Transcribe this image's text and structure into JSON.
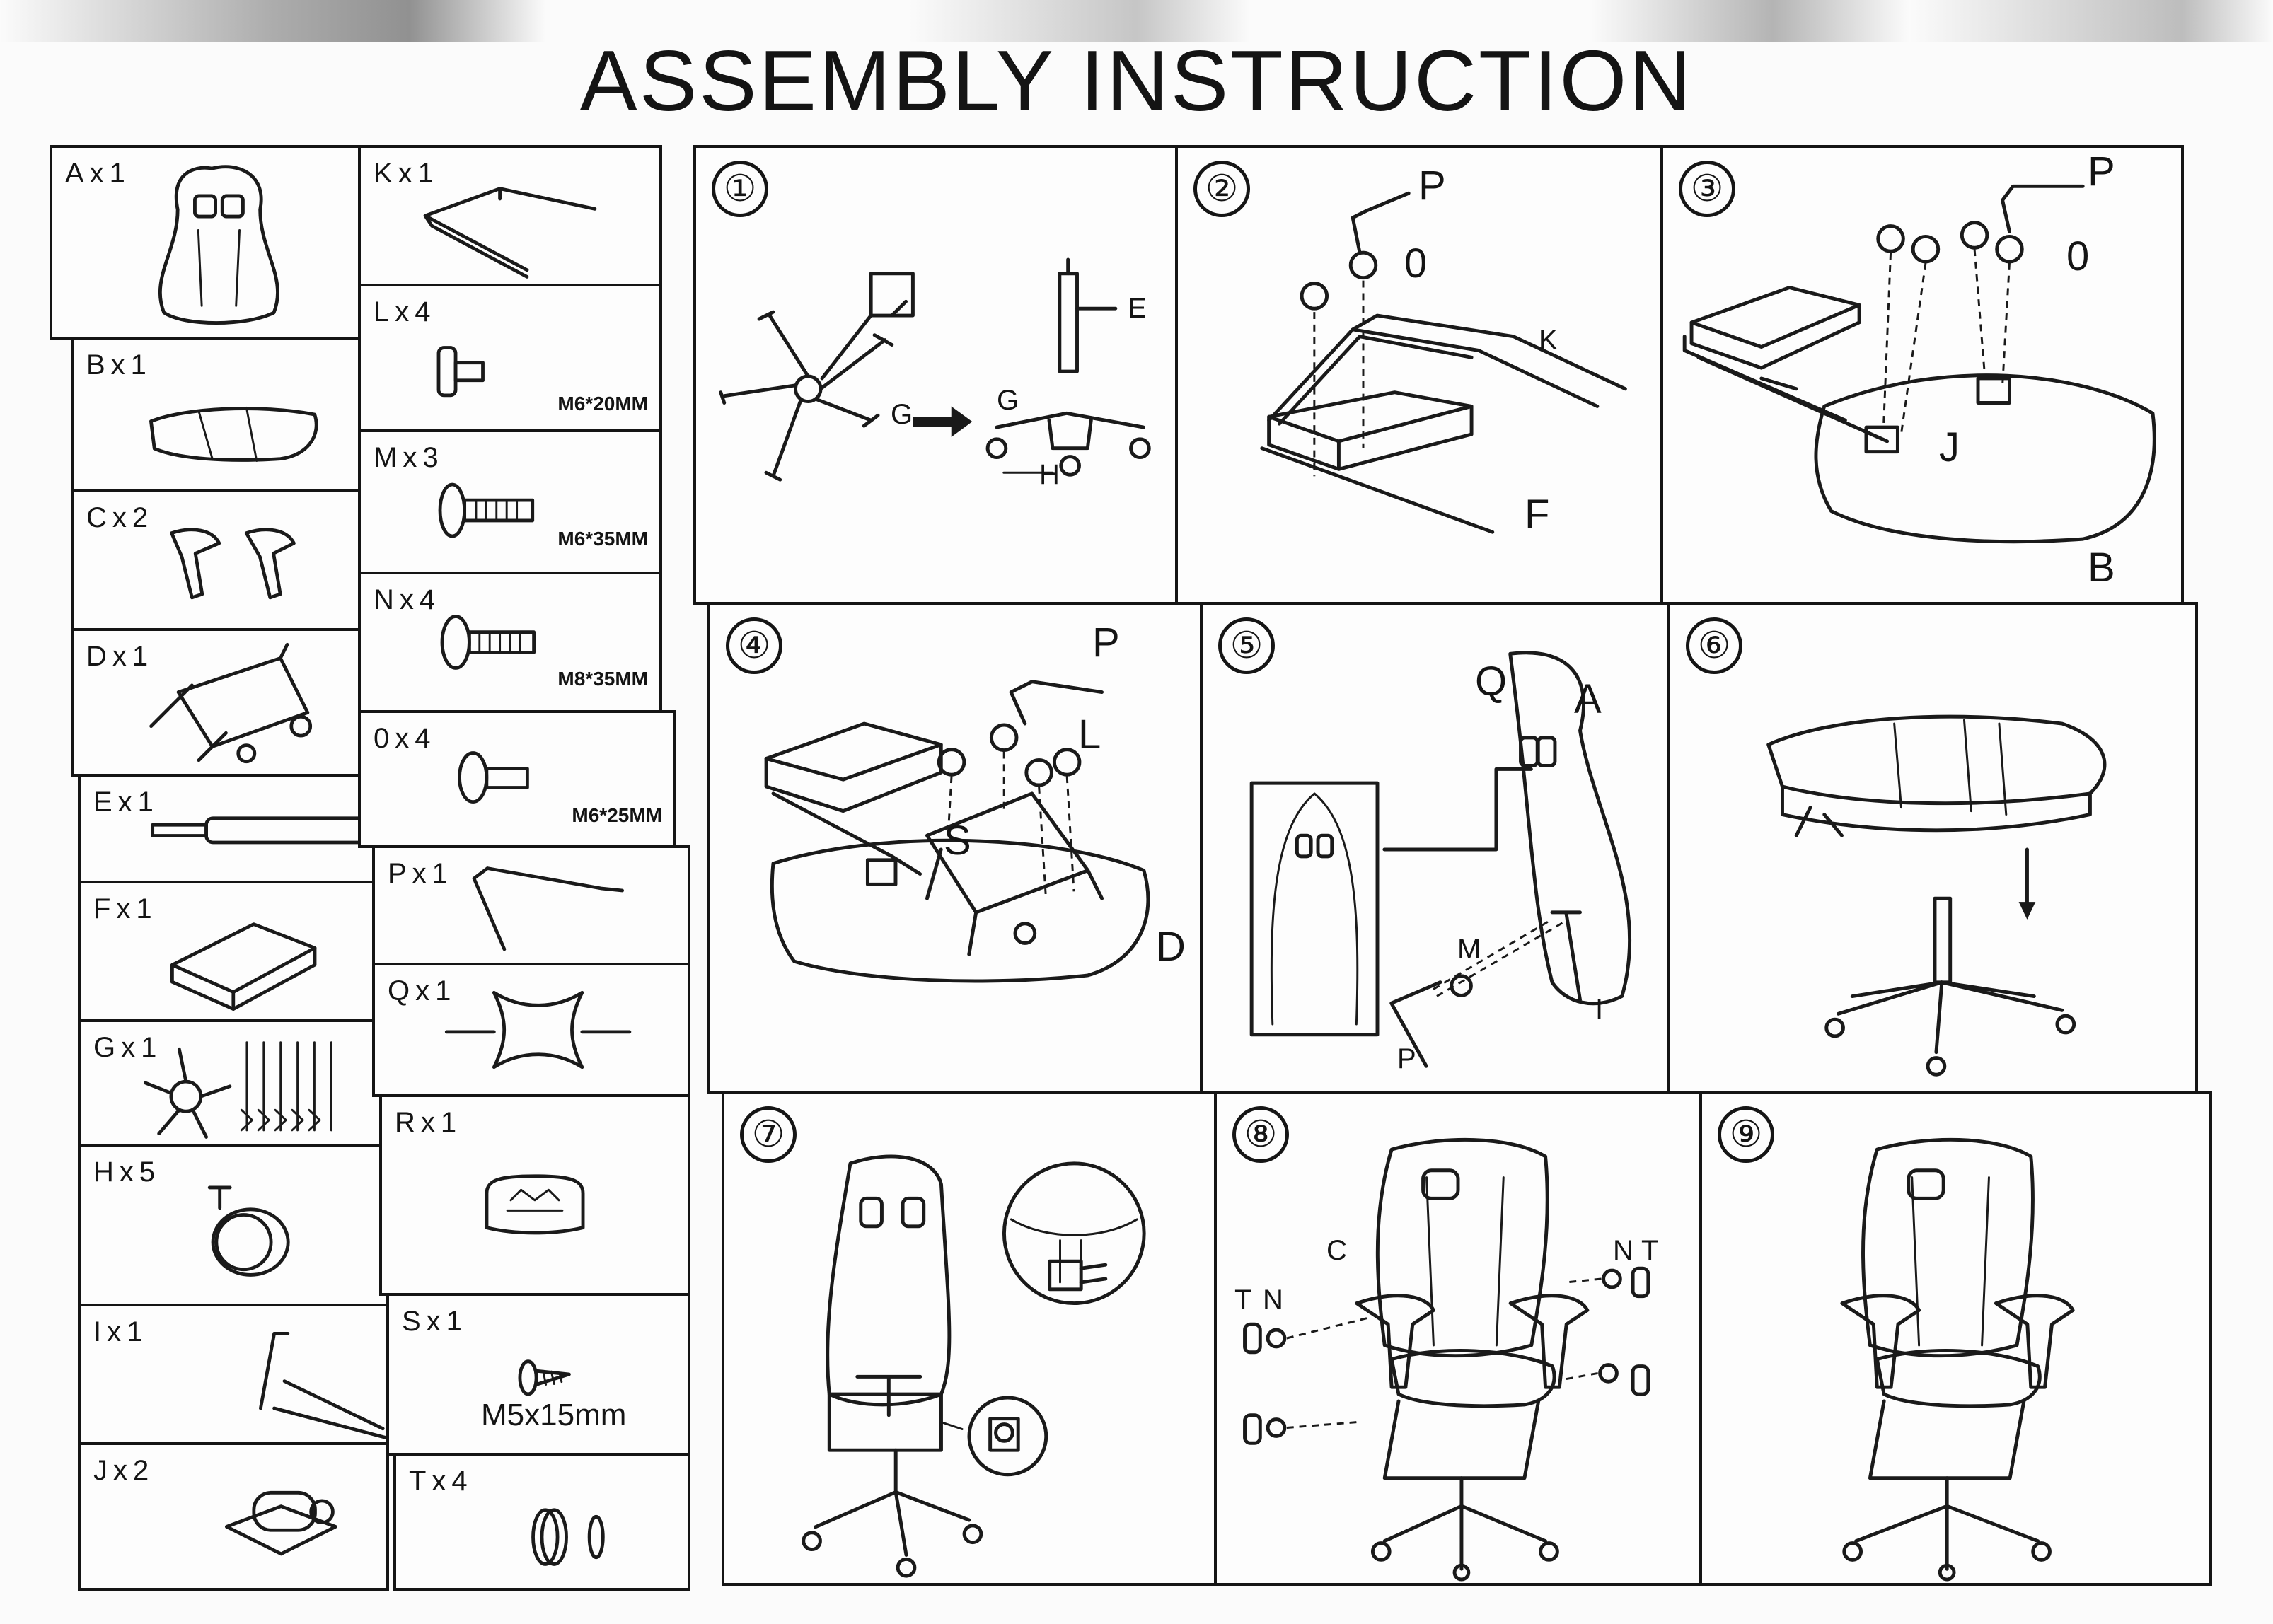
{
  "title": "ASSEMBLY INSTRUCTION",
  "parts": [
    {
      "label": "Ax1"
    },
    {
      "label": "Bx1"
    },
    {
      "label": "Cx2"
    },
    {
      "label": "Dx1"
    },
    {
      "label": "Ex1"
    },
    {
      "label": "Fx1"
    },
    {
      "label": "Gx1"
    },
    {
      "label": "Hx5"
    },
    {
      "label": "Ix1"
    },
    {
      "label": "Jx2"
    },
    {
      "label": "Kx1"
    },
    {
      "label": "Lx4",
      "spec": "M6*20MM"
    },
    {
      "label": "Mx3",
      "spec": "M6*35MM"
    },
    {
      "label": "Nx4",
      "spec": "M8*35MM"
    },
    {
      "label": "0x4",
      "spec": "M6*25MM"
    },
    {
      "label": "Px1"
    },
    {
      "label": "Qx1"
    },
    {
      "label": "Rx1"
    },
    {
      "label": "Sx1",
      "spec": "M5x15mm"
    },
    {
      "label": "Tx4"
    }
  ],
  "steps": [
    {
      "number": "①",
      "callouts": [
        "G",
        "E",
        "G",
        "H"
      ]
    },
    {
      "number": "②",
      "callouts": [
        "P",
        "0",
        "K",
        "F"
      ]
    },
    {
      "number": "③",
      "callouts": [
        "P",
        "0",
        "J",
        "B"
      ]
    },
    {
      "number": "④",
      "callouts": [
        "P",
        "L",
        "S",
        "D"
      ]
    },
    {
      "number": "⑤",
      "callouts": [
        "Q",
        "A",
        "M",
        "I",
        "P"
      ]
    },
    {
      "number": "⑥",
      "callouts": []
    },
    {
      "number": "⑦",
      "callouts": []
    },
    {
      "number": "⑧",
      "callouts": [
        "C",
        "N",
        "T",
        "N",
        "T"
      ]
    },
    {
      "number": "⑨",
      "callouts": []
    }
  ]
}
